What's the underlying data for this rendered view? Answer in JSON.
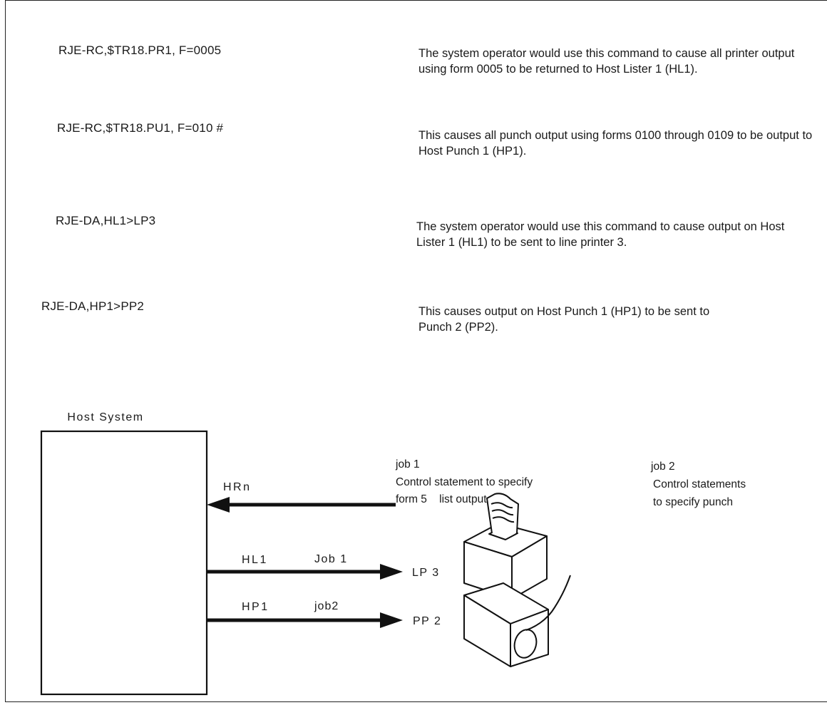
{
  "commands": [
    {
      "command": "RJE-RC,$TR18.PR1, F=0005",
      "description": "The system operator would use this command to cause all printer output using form 0005 to be returned to Host Lister 1 (HL1)."
    },
    {
      "command": "RJE-RC,$TR18.PU1, F=010 #",
      "description": "This causes all punch output using forms 0100 through 0109 to be output to Host Punch 1 (HP1)."
    },
    {
      "command": "RJE-DA,HL1>LP3",
      "description": "The system operator would use this command to cause output on  Host Lister 1 (HL1) to be sent to line printer 3."
    },
    {
      "command": "RJE-DA,HP1>PP2",
      "description": "This causes output on Host Punch 1 (HP1) to be sent to Punch 2 (PP2)."
    }
  ],
  "diagram": {
    "host_title": "Host System",
    "arrows": {
      "input": {
        "label": "HRn"
      },
      "list": {
        "label": "HL1",
        "job": "Job 1",
        "target": "LP 3"
      },
      "punch": {
        "label": "HP1",
        "job": "job2",
        "target": "PP 2"
      }
    },
    "job1": {
      "title": "job 1",
      "line1": "Control statement to specify",
      "line2": "form 5    list output"
    },
    "job2": {
      "title": "job 2",
      "line1": "Control statements",
      "line2": "to specify punch"
    }
  }
}
